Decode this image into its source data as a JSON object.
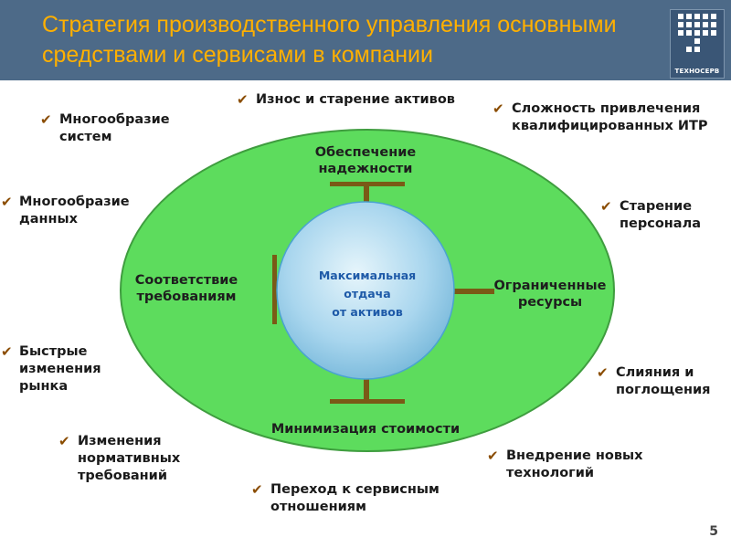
{
  "header": {
    "title": "Стратегия производственного управления основными\nсредствами и сервисами в компании",
    "logo_text": "ТЕХНОСЕРВ"
  },
  "diagram": {
    "center": "Максимальная\nотдача\nот активов",
    "top": "Обеспечение\nнадежности",
    "left": "Соответствие\nтребованиям",
    "right": "Ограниченные\nресурсы",
    "bottom": "Минимизация стоимости"
  },
  "notes": {
    "wear": "Износ и старение активов",
    "skills": "Сложность привлечения\nквалифицированных ИТР",
    "systems": "Многообразие\nсистем",
    "data": "Многообразие\nданных",
    "aging": "Старение\nперсонала",
    "market": "Быстрые\nизменения\nрынка",
    "mergers": "Слияния и\nпоглощения",
    "regulations": "Изменения\nнормативных\nтребований",
    "technologies": "Внедрение новых\nтехнологий",
    "service": "Переход к сервисным\nотношениям"
  },
  "colors": {
    "header_bg": "#4d6a88",
    "title": "#ffb000",
    "ellipse_fill": "#5ddc5d",
    "ellipse_stroke": "#3f9d3f",
    "circle_fill": "#a9d6ee",
    "connector": "#7a5a16",
    "center_text": "#1e5aa8"
  },
  "icons": {
    "bullet": "checkmark-icon"
  },
  "page_number": "5"
}
